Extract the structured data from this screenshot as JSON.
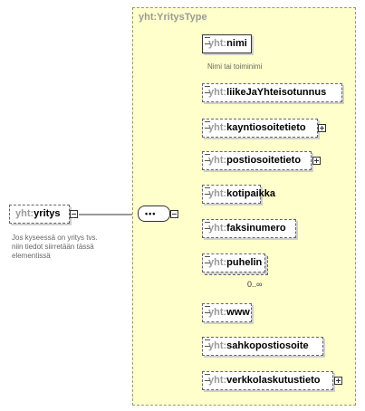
{
  "root": {
    "ns": "yht:",
    "name": "yritys",
    "doc": [
      "Jos kyseessä on yritys tvs.",
      "niin tiedot siirretään tässä",
      "elementissä"
    ]
  },
  "type": {
    "title": "yht:YritysType"
  },
  "elements": [
    {
      "ns": "yht:",
      "name": "nimi",
      "required": true,
      "expandable": false
    },
    {
      "ns": "yht:",
      "name": "liikeJaYhteisotunnus",
      "required": false,
      "expandable": false
    },
    {
      "ns": "yht:",
      "name": "kayntiosoitetieto",
      "required": false,
      "expandable": true
    },
    {
      "ns": "yht:",
      "name": "postiosoitetieto",
      "required": false,
      "expandable": true
    },
    {
      "ns": "yht:",
      "name": "kotipaikka",
      "required": false,
      "expandable": false
    },
    {
      "ns": "yht:",
      "name": "faksinumero",
      "required": false,
      "expandable": false
    },
    {
      "ns": "yht:",
      "name": "puhelin",
      "required": false,
      "expandable": false,
      "multiple": true
    },
    {
      "ns": "yht:",
      "name": "www",
      "required": false,
      "expandable": false
    },
    {
      "ns": "yht:",
      "name": "sahkopostiosoite",
      "required": false,
      "expandable": false
    },
    {
      "ns": "yht:",
      "name": "verkkolaskutustieto",
      "required": false,
      "expandable": true
    }
  ],
  "notes": {
    "nimi": "Nimi tai toiminimi",
    "puhelin_occurrence": "0..∞"
  }
}
